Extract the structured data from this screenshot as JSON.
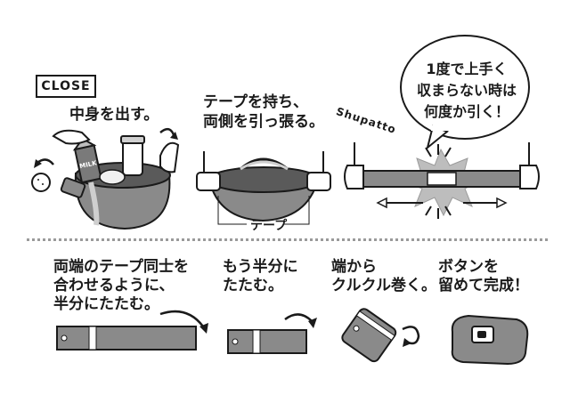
{
  "close_label": "CLOSE",
  "steps_top": [
    {
      "caption": "中身を出す。"
    },
    {
      "caption": "テープを持ち、\n両側を引っ張る。"
    },
    {
      "caption": "1度で上手く\n収まらない時は\n何度か引く！"
    }
  ],
  "tape_label": "テープ",
  "brand_text": "Shupatto",
  "milk_label": "MILK",
  "steps_bottom": [
    {
      "caption": "両端のテープ同士を\n合わせるように、\n半分にたたむ。"
    },
    {
      "caption": "もう半分に\nたたむ。"
    },
    {
      "caption": "端から\nクルクル巻く。"
    },
    {
      "caption": "ボタンを\n留めて完成！"
    }
  ]
}
